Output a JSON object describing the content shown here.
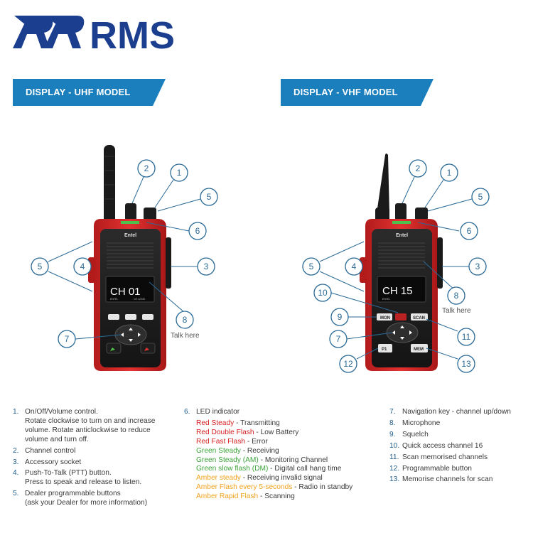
{
  "brand": {
    "name": "RMS",
    "color": "#1c3e8f"
  },
  "banners": {
    "uhf": "DISPLAY - UHF MODEL",
    "vhf": "DISPLAY - VHF MODEL",
    "color": "#1b7fbd"
  },
  "radio_uhf": {
    "brand_label": "Entel",
    "screen_channel": "CH 01",
    "screen_sub_left": "ENTEL",
    "screen_sub_right": "CH 12345",
    "talk_here": "Talk here",
    "callouts": [
      "2",
      "1",
      "5",
      "6",
      "5",
      "4",
      "3",
      "8",
      "7"
    ]
  },
  "radio_vhf": {
    "brand_label": "Entel",
    "screen_channel": "CH 15",
    "screen_sub_left": "ENTEL",
    "talk_here": "Talk here",
    "buttons": {
      "mon": "MON",
      "scan": "SCAN",
      "p1": "P1",
      "mem": "MEM"
    },
    "callouts": [
      "2",
      "1",
      "5",
      "6",
      "5",
      "4",
      "3",
      "8",
      "10",
      "9",
      "11",
      "7",
      "12",
      "13"
    ]
  },
  "callout_color": "#2a6a97",
  "legend": {
    "col1": [
      {
        "num": "1.",
        "text": "On/Off/Volume control.",
        "sub": [
          "Rotate clockwise to turn on and increase",
          "volume. Rotate anticlockwise to reduce",
          "volume and turn off."
        ]
      },
      {
        "num": "2.",
        "text": "Channel control",
        "sub": []
      },
      {
        "num": "3.",
        "text": "Accessory socket",
        "sub": []
      },
      {
        "num": "4.",
        "text": "Push-To-Talk (PTT) button.",
        "sub": [
          "Press to speak and release to listen."
        ]
      },
      {
        "num": "5.",
        "text": "Dealer programmable buttons",
        "sub": [
          "(ask your Dealer for more information)"
        ]
      }
    ],
    "col2": {
      "num": "6.",
      "title": "LED indicator",
      "items": [
        {
          "colored": "Red Steady",
          "rest": " - Transmitting",
          "cls": "red"
        },
        {
          "colored": "Red Double Flash",
          "rest": " - Low Battery",
          "cls": "red"
        },
        {
          "colored": "Red Fast Flash",
          "rest": " - Error",
          "cls": "red"
        },
        {
          "colored": "Green Steady",
          "rest": " - Receiving",
          "cls": "green"
        },
        {
          "colored": "Green Steady (AM)",
          "rest": " - Monitoring Channel",
          "cls": "green"
        },
        {
          "colored": "Green slow flash (DM)",
          "rest": " - Digital call hang time",
          "cls": "green"
        },
        {
          "colored": "Amber steady",
          "rest": " - Receiving invalid signal",
          "cls": "amber"
        },
        {
          "colored": "Amber Flash every 5-seconds",
          "rest": " - Radio in standby",
          "cls": "amber"
        },
        {
          "colored": "Amber Rapid Flash",
          "rest": " - Scanning",
          "cls": "amber"
        }
      ]
    },
    "col3": [
      {
        "num": "7.",
        "text": "Navigation key - channel up/down"
      },
      {
        "num": "8.",
        "text": "Microphone"
      },
      {
        "num": "9.",
        "text": "Squelch"
      },
      {
        "num": "10.",
        "text": "Quick access channel 16"
      },
      {
        "num": "11.",
        "text": "Scan memorised channels"
      },
      {
        "num": "12.",
        "text": "Programmable button"
      },
      {
        "num": "13.",
        "text": "Memorise channels for scan"
      }
    ]
  }
}
